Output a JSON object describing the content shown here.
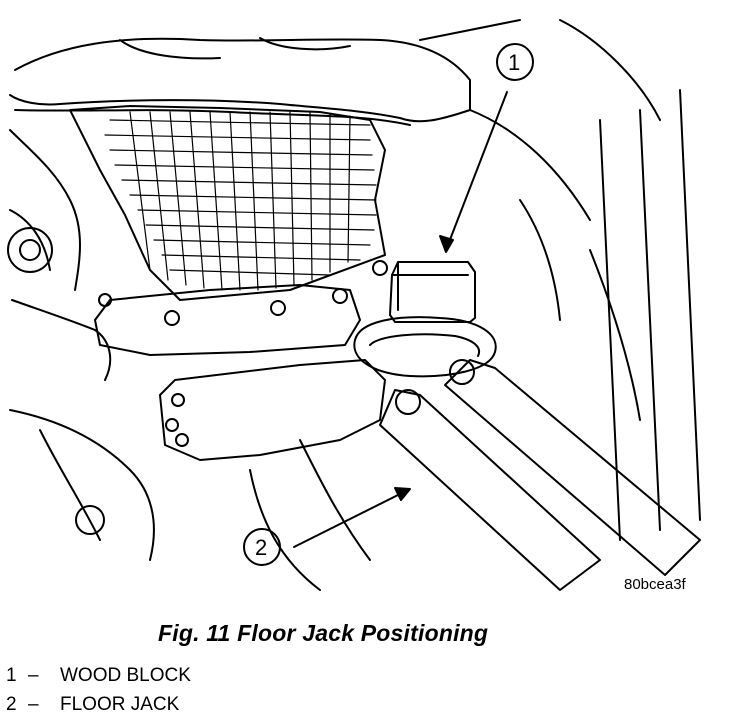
{
  "figure": {
    "callouts": [
      {
        "number": "1"
      },
      {
        "number": "2"
      }
    ],
    "code": "80bcea3f"
  },
  "caption": "Fig. 11 Floor Jack Positioning",
  "legend": [
    {
      "number": "1",
      "separator": "–",
      "label": "WOOD BLOCK"
    },
    {
      "number": "2",
      "separator": "–",
      "label": "FLOOR JACK"
    }
  ]
}
